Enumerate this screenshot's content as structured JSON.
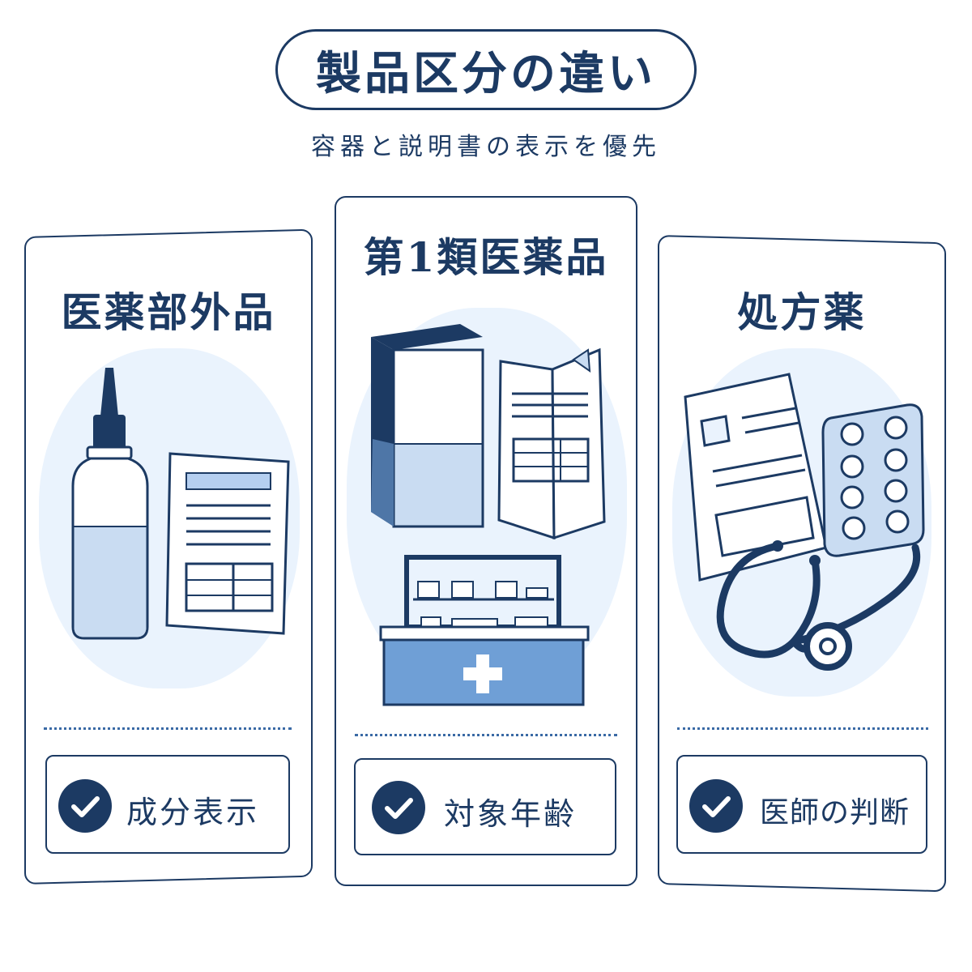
{
  "header": {
    "title": "製品区分の違い",
    "subtitle": "容器と説明書の表示を優先"
  },
  "cards": [
    {
      "title": "医薬部外品",
      "check_label": "成分表示",
      "icon": "bottle-and-leaflet-icon"
    },
    {
      "title": "第1類医薬品",
      "check_label": "対象年齢",
      "icon": "box-leaflet-medicine-kit-icon"
    },
    {
      "title": "処方薬",
      "check_label": "医師の判断",
      "icon": "prescription-pills-stethoscope-icon"
    }
  ],
  "colors": {
    "navy": "#1c3a63",
    "light_blue": "#c9dcf2",
    "mid_blue": "#6f9fd6",
    "background_blob": "#eaf3fd"
  }
}
